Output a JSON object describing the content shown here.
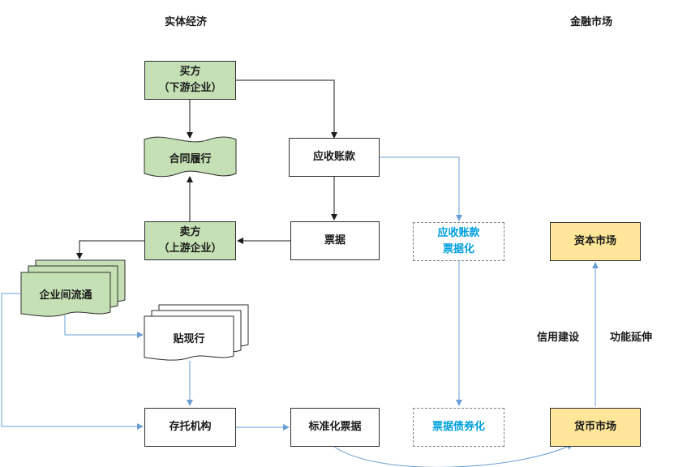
{
  "headers": {
    "left": "实体经济",
    "right": "金融市场"
  },
  "nodes": {
    "buyer": "买方\n（下游企业）",
    "contract": "合同履行",
    "seller": "卖方\n（上游企业）",
    "receivable": "应收账款",
    "bill": "票据",
    "inter_enterprise": "企业间流通",
    "discount_bank": "贴现行",
    "custodian": "存托机构",
    "standard_bill": "标准化票据",
    "receivable_bill": "应收账款\n票据化",
    "bill_bond": "票据债券化",
    "capital_market": "资本市场",
    "money_market": "货币市场"
  },
  "labels": {
    "credit_building": "信用建设",
    "function_extension": "功能延伸"
  },
  "colors": {
    "green_fill": "#c5e0b4",
    "yellow_fill": "#ffe699",
    "blue_line": "#6a9fd4",
    "blue_text": "#00a0dc"
  }
}
